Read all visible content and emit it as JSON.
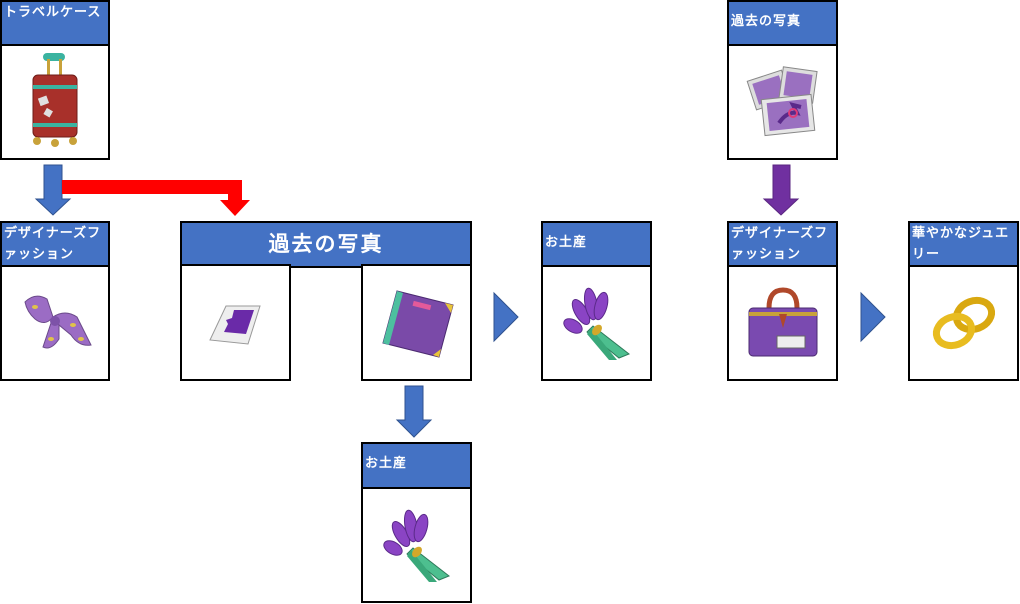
{
  "colors": {
    "header_bg": "#4472c4",
    "arrow_blue": "#4472c4",
    "arrow_red": "#ff0000",
    "arrow_purple": "#7030a0"
  },
  "items": {
    "travel_case": {
      "label": "トラベルケース",
      "line1": "トラベルケー",
      "line2": "ス",
      "icon": "suitcase-icon"
    },
    "designer_fashion_left": {
      "label": "デザイナーズファッション",
      "line1": "デザイナーズ",
      "line2": "ファッション",
      "icon": "ribbon-icon"
    },
    "old_photo_group": {
      "label": "過去の写真",
      "icon_left": "torn-photo-icon",
      "icon_right": "photo-album-icon"
    },
    "souvenir_right": {
      "label": "お土産",
      "icon": "lavender-bouquet-icon"
    },
    "souvenir_bottom": {
      "label": "お土産",
      "icon": "lavender-bouquet-icon"
    },
    "old_photo_right": {
      "label": "過去の写真",
      "icon": "photo-stack-icon"
    },
    "designer_fashion_right": {
      "label": "デザイナーズファッション",
      "line1": "デザイナーズ",
      "line2": "ファッション",
      "icon": "vanity-case-icon"
    },
    "jewelry": {
      "label": "華やかなジュエリー",
      "line1": "華やかなジュ",
      "line2": "エリー",
      "icon": "gold-rings-icon"
    }
  }
}
